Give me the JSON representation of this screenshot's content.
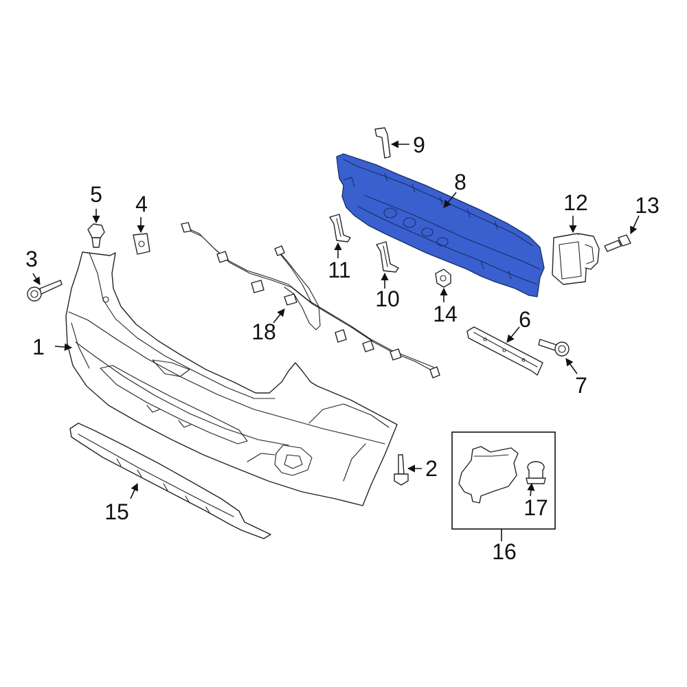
{
  "colors": {
    "highlight": "#3a5fcf",
    "highlight_dark": "#2a48a8",
    "line": "#222222",
    "background": "#ffffff"
  },
  "callouts": [
    {
      "id": "1",
      "label": "1"
    },
    {
      "id": "2",
      "label": "2"
    },
    {
      "id": "3",
      "label": "3"
    },
    {
      "id": "4",
      "label": "4"
    },
    {
      "id": "5",
      "label": "5"
    },
    {
      "id": "6",
      "label": "6"
    },
    {
      "id": "7",
      "label": "7"
    },
    {
      "id": "8",
      "label": "8"
    },
    {
      "id": "9",
      "label": "9"
    },
    {
      "id": "10",
      "label": "10"
    },
    {
      "id": "11",
      "label": "11"
    },
    {
      "id": "12",
      "label": "12"
    },
    {
      "id": "13",
      "label": "13"
    },
    {
      "id": "14",
      "label": "14"
    },
    {
      "id": "15",
      "label": "15"
    },
    {
      "id": "16",
      "label": "16"
    },
    {
      "id": "17",
      "label": "17"
    },
    {
      "id": "18",
      "label": "18"
    }
  ],
  "highlighted_part": "8"
}
